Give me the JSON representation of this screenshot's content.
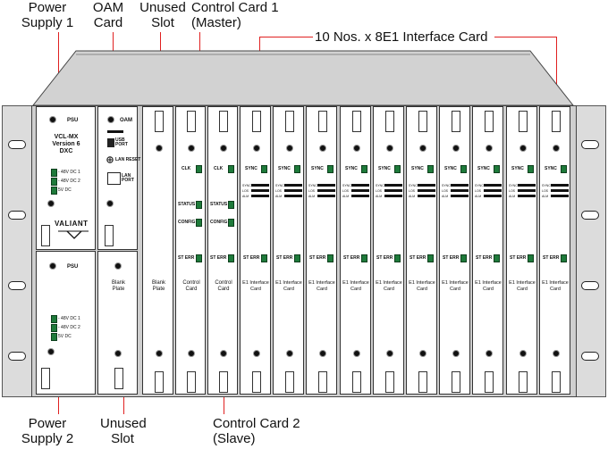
{
  "callouts": {
    "power_supply_1": "Power\nSupply 1",
    "oam_card": "OAM\nCard",
    "unused_slot_top": "Unused\nSlot",
    "control_card_1": "Control Card 1\n(Master)",
    "interface_cards": "10 Nos. x 8E1 Interface Card",
    "power_supply_2": "Power\nSupply 2",
    "unused_slot_bottom": "Unused\nSlot",
    "control_card_2": "Control Card 2\n(Slave)"
  },
  "psu1": {
    "title": "PSU",
    "model": "VCL-MX\nVersion 6\nDXC",
    "leds": [
      "- 48V DC 1",
      "- 48V DC 2",
      "5V DC"
    ],
    "brand": "VALIANT"
  },
  "psu2": {
    "title": "PSU",
    "leds": [
      "- 48V DC 1",
      "- 48V DC 2",
      "5V DC"
    ]
  },
  "oam": {
    "title": "OAM",
    "usb": "USB\nPORT",
    "lan_reset": "LAN RESET",
    "lan_port": "LAN\nPORT"
  },
  "blank_plate_small": "Blank\nPlate",
  "blank_plate_tall": "Blank\nPlate",
  "control_cards": [
    {
      "clk": "CLK",
      "status": "STATUS",
      "config": "CONFIG",
      "st_err": "ST ERR",
      "label": "Control\nCard"
    },
    {
      "clk": "CLK",
      "status": "STATUS",
      "config": "CONFIG",
      "st_err": "ST ERR",
      "label": "Control\nCard"
    }
  ],
  "e1_card": {
    "sync": "SYNC",
    "st_err": "ST ERR",
    "label": "E1 Interface\nCard",
    "port_row_labels": [
      "SYNC",
      "LOS",
      "ALM"
    ]
  },
  "e1_count": 10,
  "colors": {
    "accent": "#e02020",
    "led": "#1e7a3a",
    "chassis": "#cfcfcf"
  }
}
